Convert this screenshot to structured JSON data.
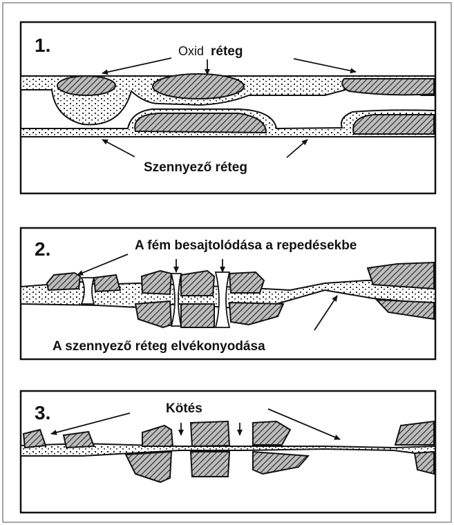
{
  "panels": [
    {
      "number": "1.",
      "labels": {
        "oxide_prefix": "Oxid",
        "oxide_suffix": "réteg",
        "contaminant": "Szennyező réteg"
      }
    },
    {
      "number": "2.",
      "labels": {
        "extrusion": "A fém besajtolódása a repedésekbe",
        "thinning": "A szennyező réteg elvékonyodása"
      }
    },
    {
      "number": "3.",
      "labels": {
        "bond": "Kötés"
      }
    }
  ],
  "colors": {
    "line": "#111111",
    "fill": "#ffffff",
    "hatch": "#222222"
  }
}
